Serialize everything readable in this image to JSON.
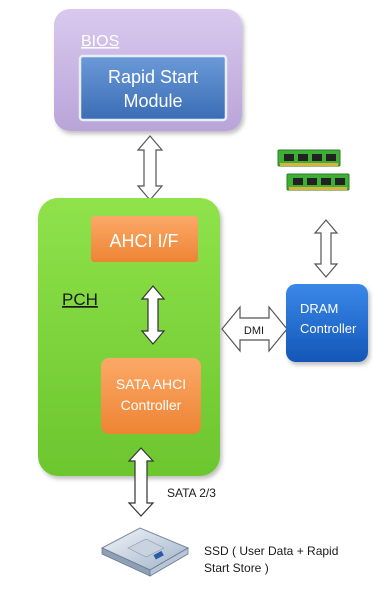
{
  "bios": {
    "label": "BIOS",
    "color": "#c9b6e3"
  },
  "rapid_start_module": {
    "line1": "Rapid Start",
    "line2": "Module",
    "color": "#4f81c7"
  },
  "pch": {
    "label": "PCH",
    "color": "#7cd63c"
  },
  "ahci_if": {
    "label": "AHCI I/F",
    "color": "#f79646"
  },
  "sata_ahci_controller": {
    "line1": "SATA AHCI",
    "line2": "Controller",
    "color": "#f79646"
  },
  "dram_controller": {
    "line1": "DRAM",
    "line2": "Controller",
    "color": "#1f6fd6"
  },
  "links": {
    "dmi": "DMI",
    "sata": "SATA 2/3"
  },
  "ssd": {
    "line1": "SSD ( User Data + Rapid",
    "line2": "Start Store )"
  },
  "icons": {
    "memory": "memory-module-icon",
    "ssd": "ssd-drive-icon"
  }
}
